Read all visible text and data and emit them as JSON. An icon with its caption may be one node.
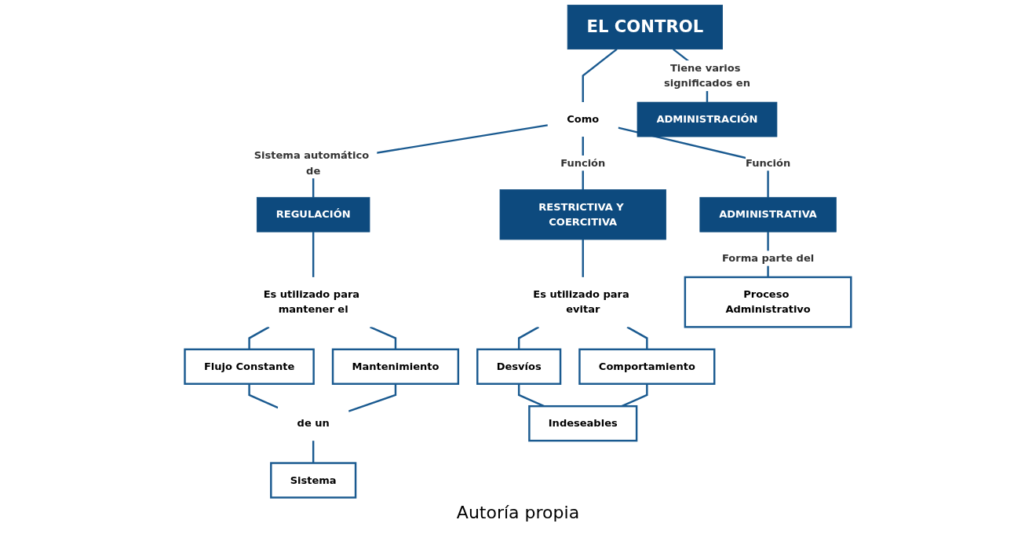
{
  "diagram": {
    "caption": "Autoría propia",
    "nodes": [
      {
        "text": [
          "EL CONTROL"
        ]
      },
      {
        "text": [
          "ADMINISTRACIÓN"
        ]
      },
      {
        "text": [
          "Como"
        ]
      },
      {
        "text": [
          "RESTRICTIVA Y COERCITIVA"
        ]
      },
      {
        "text": [
          "REGULACIÓN"
        ]
      },
      {
        "text": [
          "ADMINISTRATIVA"
        ]
      },
      {
        "text": [
          "Es utilizado para evitar"
        ]
      },
      {
        "text": [
          "Es utilizado para mantener el"
        ]
      },
      {
        "text": [
          "Desvíos"
        ]
      },
      {
        "text": [
          "Comportamiento"
        ]
      },
      {
        "text": [
          "Flujo Constante"
        ]
      },
      {
        "text": [
          "Mantenimiento"
        ]
      },
      {
        "text": [
          "Proceso Administrativo"
        ]
      },
      {
        "text": [
          "de un"
        ]
      },
      {
        "text": [
          "Indeseables"
        ]
      },
      {
        "text": [
          "Sistema"
        ]
      }
    ],
    "edges": [
      {
        "from": 0,
        "to": 1,
        "arrow": "none",
        "label": "Tiene varios significados en"
      },
      {
        "from": 0,
        "to": 2,
        "arrow": "none"
      },
      {
        "from": 2,
        "to": 3,
        "arrow": "none",
        "label": "Función"
      },
      {
        "from": 2,
        "to": 4,
        "arrow": "none",
        "label": "Sistema automático de"
      },
      {
        "from": 2,
        "to": 5,
        "arrow": "none",
        "label": "Función"
      },
      {
        "from": 3,
        "to": 6,
        "arrow": "none"
      },
      {
        "from": 6,
        "to": 8,
        "arrow": "none"
      },
      {
        "from": 6,
        "to": 9,
        "arrow": "none"
      },
      {
        "from": 8,
        "to": 14,
        "arrow": "none"
      },
      {
        "from": 9,
        "to": 14,
        "arrow": "none"
      },
      {
        "from": 4,
        "to": 7,
        "arrow": "none"
      },
      {
        "from": 7,
        "to": 10,
        "arrow": "none"
      },
      {
        "from": 7,
        "to": 11,
        "arrow": "none"
      },
      {
        "from": 10,
        "to": 13,
        "arrow": "none"
      },
      {
        "from": 11,
        "to": 13,
        "arrow": "none"
      },
      {
        "from": 13,
        "to": 15,
        "arrow": "none"
      },
      {
        "from": 5,
        "to": 12,
        "arrow": "none",
        "label": "Forma parte del"
      }
    ]
  }
}
